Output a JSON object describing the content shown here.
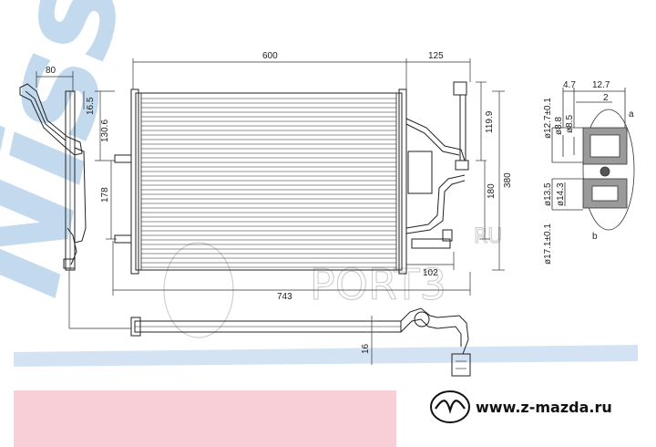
{
  "watermark": {
    "brand": "Nissens",
    "ghost_top": "RU",
    "ghost_main": "PORT3"
  },
  "footer": {
    "url": "www.z-mazda.ru",
    "logo_icon": "mazda-logo-icon",
    "band_color": "#f6c3cc",
    "wave_color": "#cfe0f2"
  },
  "dimensions": {
    "left_80": "80",
    "top_600": "600",
    "top_125": "125",
    "v_16_5": "16.5",
    "v_130_6": "130.6",
    "v_178": "178",
    "v_119_9": "119.9",
    "v_180": "180",
    "v_380": "380",
    "bottom_102": "102",
    "bottom_743": "743",
    "v_16": "16"
  },
  "detail": {
    "d_4_7": "4.7",
    "d_12_7": "12.7",
    "d_2": "2",
    "d_12_7_bore": "ø12.7±0.1",
    "d_8_8": "ø8.8",
    "d_8_5": "ø8.5",
    "d_13_5": "ø13.5",
    "d_14_3": "ø14.3",
    "d_17_1": "ø17.1±0.1",
    "mark_a": "a",
    "mark_b": "b"
  }
}
